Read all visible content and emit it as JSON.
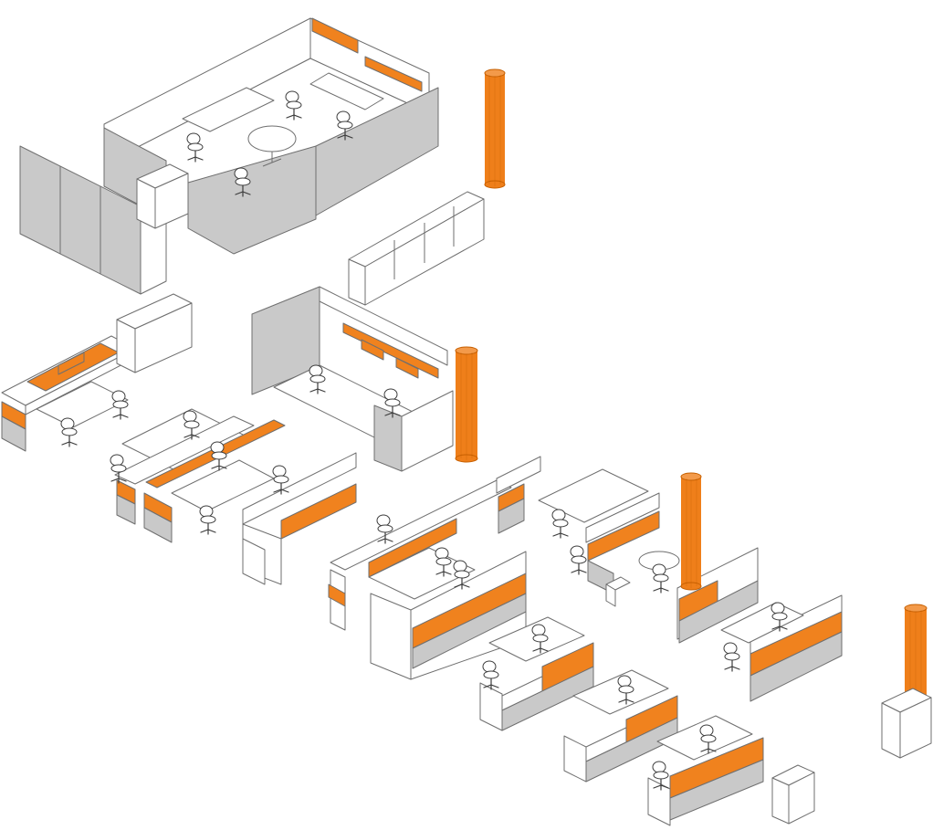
{
  "figure": {
    "colors": {
      "accent": "#f0821e",
      "panel_gray": "#c9c9c9",
      "panel_white": "#ffffff",
      "outline": "#6f6f6f",
      "background": "#ffffff"
    },
    "components": {
      "private_office_enclosure": 1,
      "columns": 4,
      "storage_cabinet_groups": 4,
      "workstation_clusters": 7,
      "office_chairs": 24,
      "side_chairs": 4,
      "round_tables": 2
    }
  }
}
